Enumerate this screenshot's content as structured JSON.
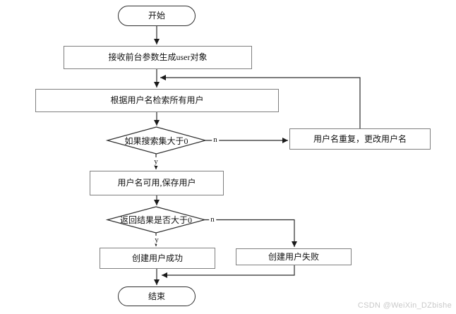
{
  "diagram": {
    "type": "flowchart",
    "nodes": {
      "start": {
        "label": "开始",
        "shape": "oval"
      },
      "receive_params": {
        "label": "接收前台参数生成user对象",
        "shape": "rect"
      },
      "search_users": {
        "label": "根据用户名检索所有用户",
        "shape": "rect"
      },
      "check_search": {
        "label": "如果搜索集大于0",
        "shape": "diamond"
      },
      "username_duplicate": {
        "label": "用户名重复，更改用户名",
        "shape": "rect"
      },
      "save_user": {
        "label": "用户名可用,保存用户",
        "shape": "rect"
      },
      "check_result": {
        "label": "返回结果是否大于0",
        "shape": "diamond"
      },
      "create_failed": {
        "label": "创建用户失败",
        "shape": "rect"
      },
      "create_success": {
        "label": "创建用户成功",
        "shape": "rect"
      },
      "end": {
        "label": "结束",
        "shape": "oval"
      }
    },
    "edges": [
      {
        "from": "start",
        "to": "receive_params",
        "label": ""
      },
      {
        "from": "receive_params",
        "to": "search_users",
        "label": ""
      },
      {
        "from": "search_users",
        "to": "check_search",
        "label": ""
      },
      {
        "from": "check_search",
        "to": "username_duplicate",
        "label": "n"
      },
      {
        "from": "username_duplicate",
        "to": "search_users",
        "label": ""
      },
      {
        "from": "check_search",
        "to": "save_user",
        "label": "y"
      },
      {
        "from": "save_user",
        "to": "check_result",
        "label": ""
      },
      {
        "from": "check_result",
        "to": "create_failed",
        "label": "n"
      },
      {
        "from": "check_result",
        "to": "create_success",
        "label": "y"
      },
      {
        "from": "create_failed",
        "to": "end",
        "label": ""
      },
      {
        "from": "create_success",
        "to": "end",
        "label": ""
      }
    ],
    "edge_labels": {
      "n1": "n",
      "y1": "y",
      "n2": "n",
      "y2": "y"
    }
  },
  "colors": {
    "background": "#ffffff",
    "line": "#2b2b2b",
    "rect_border": "#7f7f7f",
    "shape_border": "#2f2f2f",
    "text": "#111111",
    "watermark": "#c9c9c9"
  },
  "watermark": {
    "text": "CSDN @WeiXin_DZbishe"
  }
}
